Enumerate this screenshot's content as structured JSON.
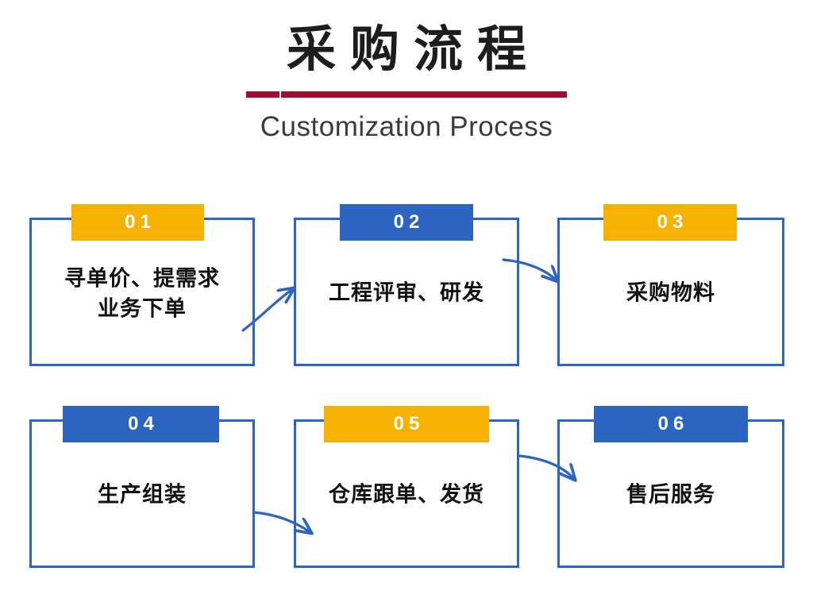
{
  "header": {
    "title_cn": "采购流程",
    "title_en": "Customization Process",
    "divider_color": "#A20F2E"
  },
  "palette": {
    "orange": "#F5B200",
    "blue": "#2B65BF",
    "box_border": "#2B65BF",
    "arrow": "#2B65BF",
    "text": "#111111",
    "background": "#FFFFFF"
  },
  "flow": {
    "steps": [
      {
        "number": "01",
        "badge_color": "orange",
        "text": "寻单价、提需求\n业务下单",
        "line1": "寻单价、提需求",
        "line2": "业务下单"
      },
      {
        "number": "02",
        "badge_color": "blue",
        "text": "工程评审、研发",
        "line1": "工程评审、研发",
        "line2": ""
      },
      {
        "number": "03",
        "badge_color": "orange",
        "text": "采购物料",
        "line1": "采购物料",
        "line2": ""
      },
      {
        "number": "04",
        "badge_color": "blue",
        "text": "生产组装",
        "line1": "生产组装",
        "line2": ""
      },
      {
        "number": "05",
        "badge_color": "orange",
        "text": "仓库跟单、发货",
        "line1": "仓库跟单、发货",
        "line2": ""
      },
      {
        "number": "06",
        "badge_color": "blue",
        "text": "售后服务",
        "line1": "售后服务",
        "line2": ""
      }
    ],
    "connectors": [
      {
        "from": "01",
        "to": "02",
        "direction": "up-right"
      },
      {
        "from": "02",
        "to": "03",
        "direction": "down-right"
      },
      {
        "from": "04",
        "to": "05",
        "direction": "down-right"
      },
      {
        "from": "05",
        "to": "06",
        "direction": "down-right"
      }
    ]
  }
}
